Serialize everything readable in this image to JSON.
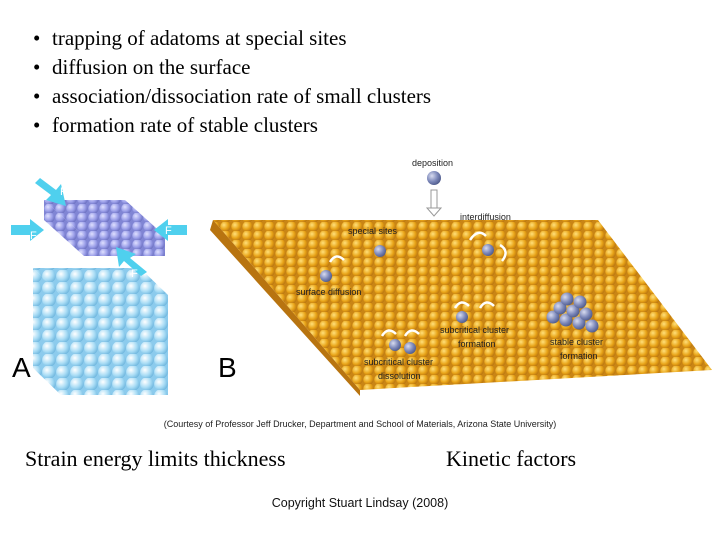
{
  "bullets": [
    "trapping of adatoms at special sites",
    "diffusion on the surface",
    "association/dissociation rate of small clusters",
    "formation rate of stable clusters"
  ],
  "figure": {
    "panel_a_label": "A",
    "panel_b_label": "B",
    "force_label": "F",
    "annotations": {
      "deposition": "deposition",
      "interdiffusion": "interdiffusion",
      "special_sites": "special sites",
      "surface_diffusion": "surface diffusion",
      "subcritical_formation_1": "subcritical cluster",
      "subcritical_formation_2": "formation",
      "stable_formation_1": "stable cluster",
      "stable_formation_2": "formation",
      "subcritical_dissolution_1": "subcritical cluster",
      "subcritical_dissolution_2": "dissolution"
    },
    "colors": {
      "substrate_atom": "#e8a317",
      "film_atom_a": "#9a9ee8",
      "substrate_atom_a": "#a8dcf5",
      "adatom": "#7a86b8",
      "force_arrow": "#4fd0ee"
    }
  },
  "credit": "(Courtesy of Professor Jeff Drucker, Department and School of Materials, Arizona State University)",
  "captions": {
    "left": "Strain energy limits thickness",
    "right": "Kinetic factors"
  },
  "copyright": "Copyright Stuart Lindsay (2008)"
}
